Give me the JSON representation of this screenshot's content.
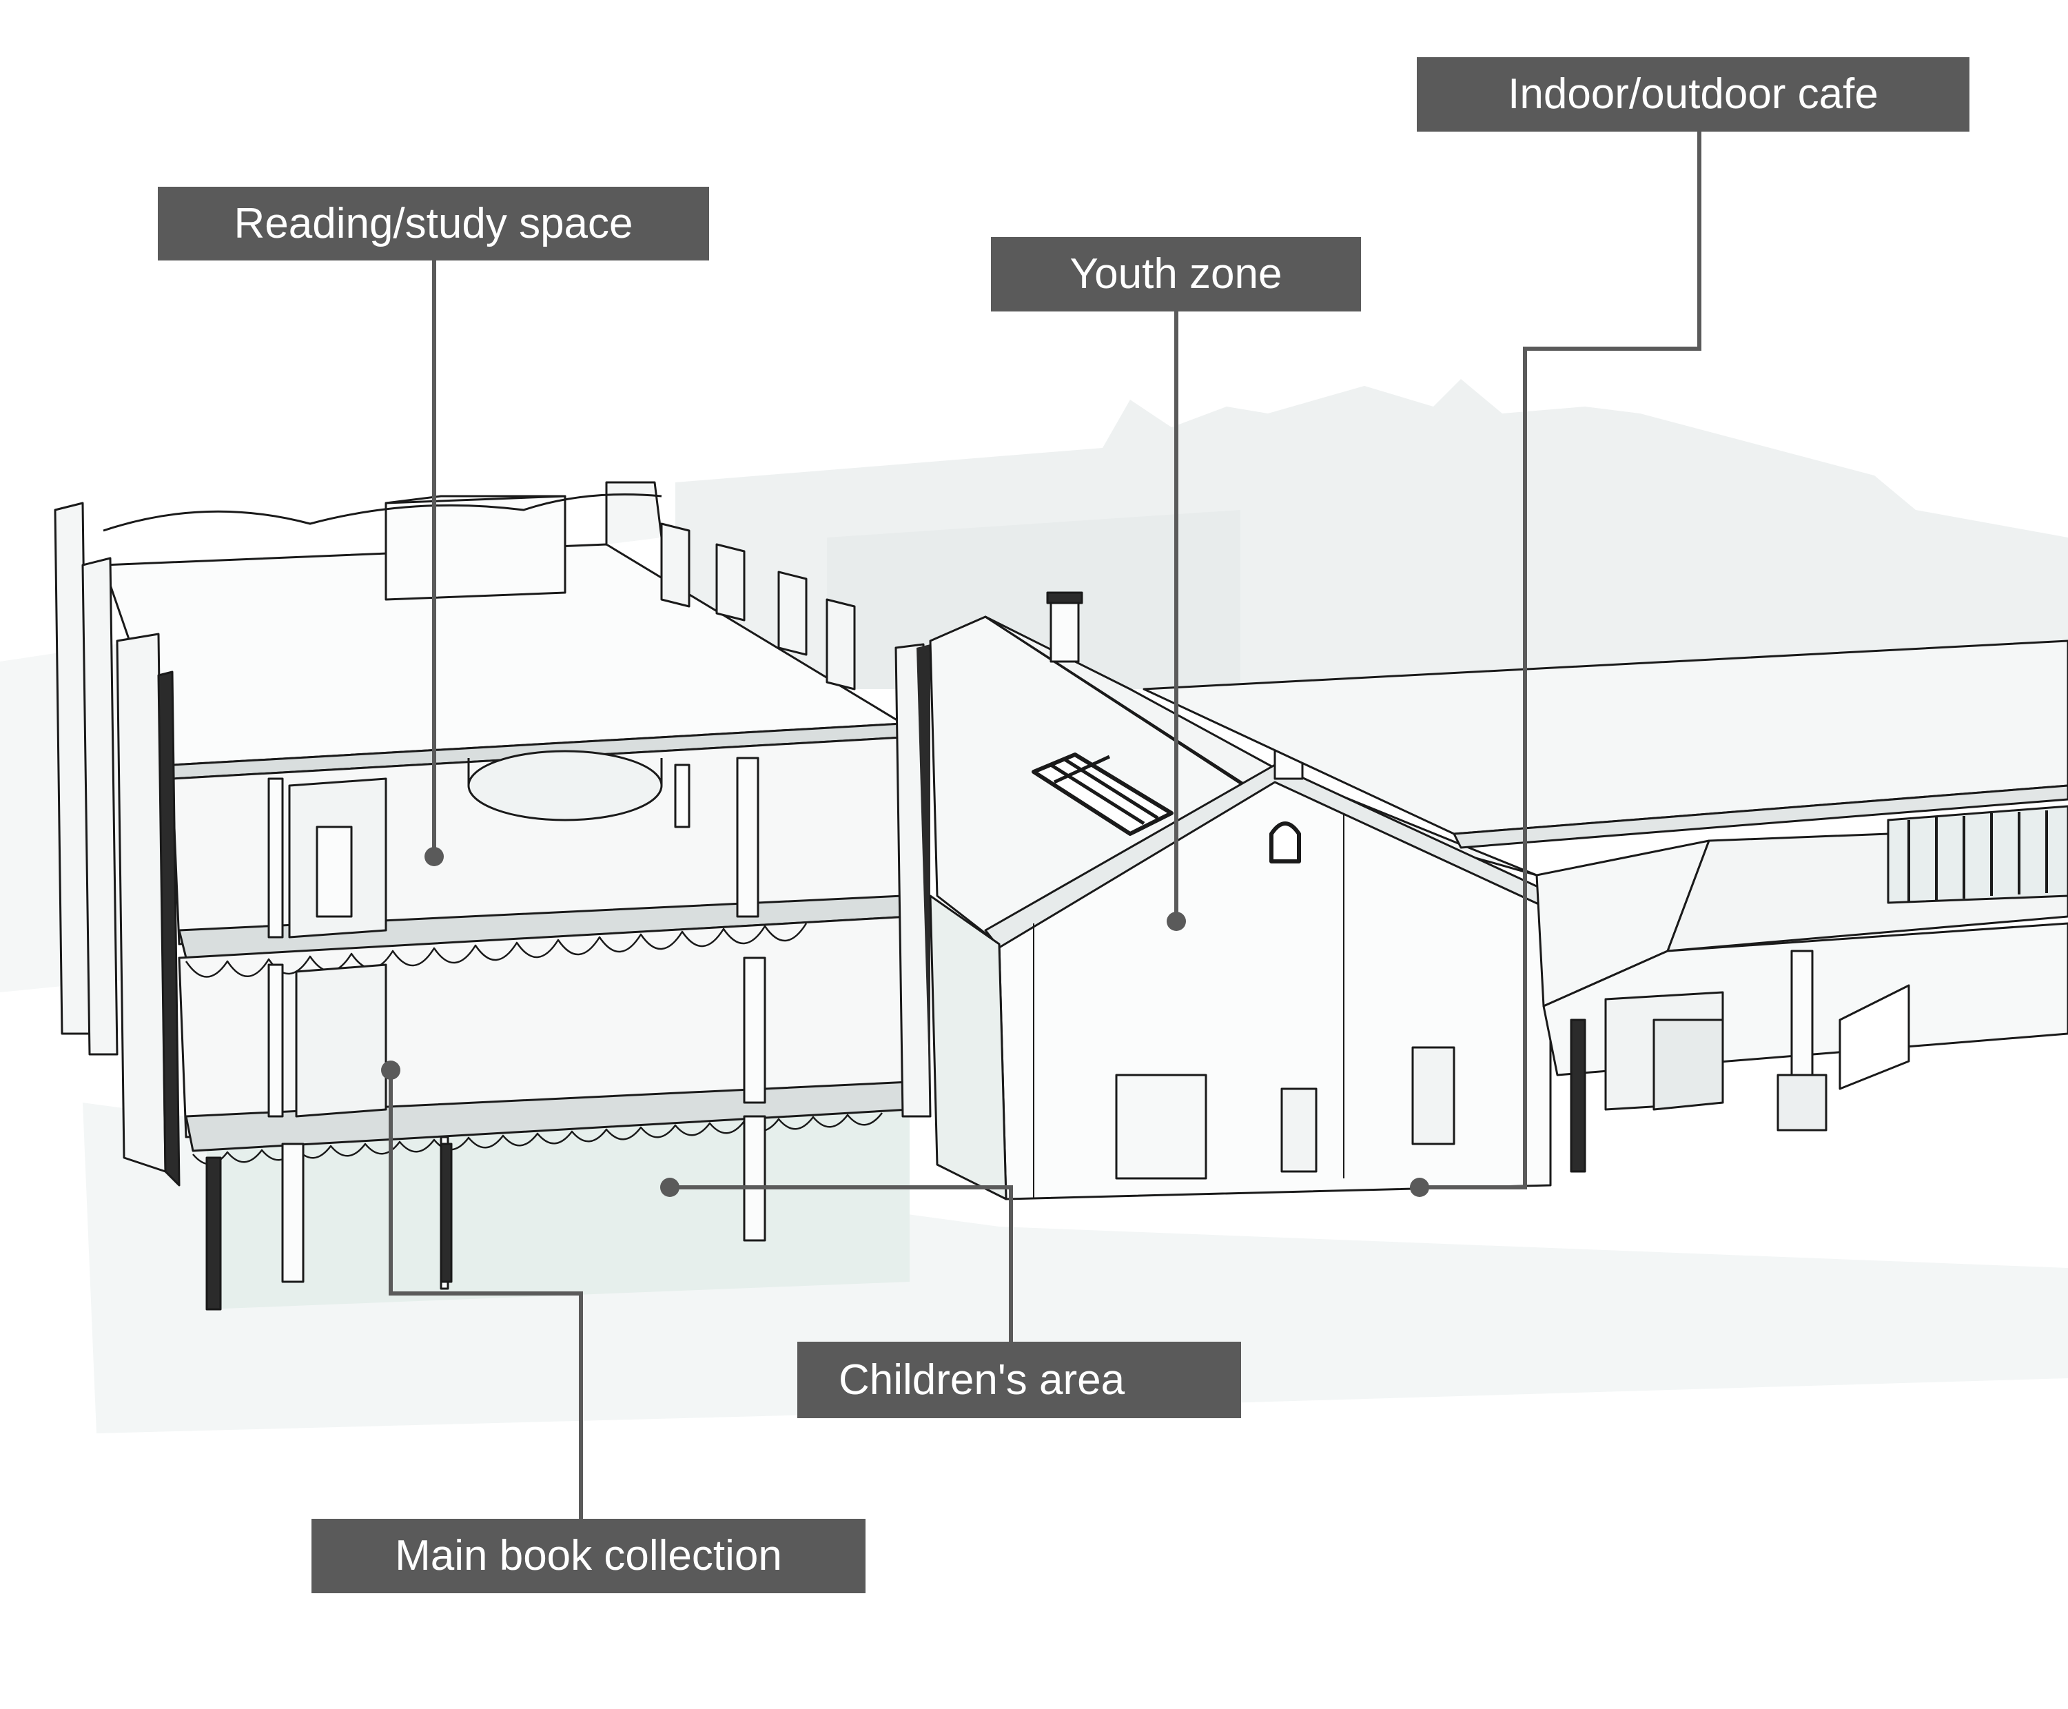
{
  "diagram": {
    "colors": {
      "label_background": "#5a5a5a",
      "label_text": "#ffffff",
      "leader_line": "#5a5a5a",
      "building_line": "#1a1a1a",
      "building_fill": "#fbfcfc",
      "background_building": "#eef1f1",
      "glass_tint": "#e6efec"
    },
    "labels": {
      "reading_study": "Reading/study space",
      "youth_zone": "Youth zone",
      "cafe": "Indoor/outdoor cafe",
      "childrens_area": "Children's area",
      "main_collection": "Main book collection"
    }
  }
}
